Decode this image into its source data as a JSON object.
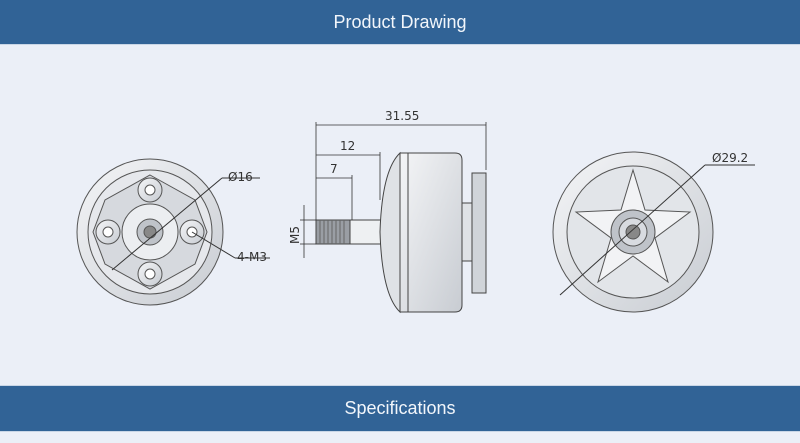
{
  "header": {
    "title": "Product Drawing"
  },
  "drawing": {
    "front_diameter": "Ø16",
    "mount_holes": "4-M3",
    "overall_length": "31.55",
    "shaft_length": "12",
    "thread_length": "7",
    "thread_size": "M5",
    "bell_diameter": "Ø29.2"
  },
  "footer": {
    "title": "Specifications"
  }
}
